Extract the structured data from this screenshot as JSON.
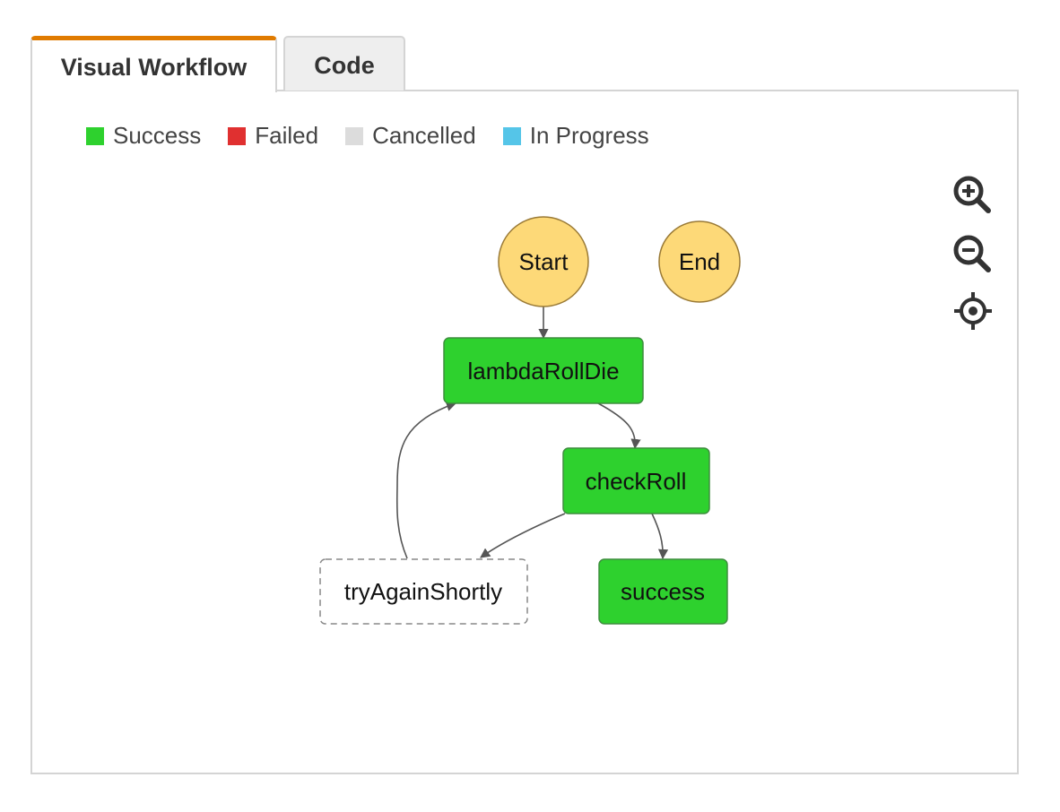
{
  "tabs": [
    {
      "label": "Visual Workflow",
      "active": true
    },
    {
      "label": "Code",
      "active": false
    }
  ],
  "legend": [
    {
      "label": "Success",
      "color": "#2ed12e"
    },
    {
      "label": "Failed",
      "color": "#e03030"
    },
    {
      "label": "Cancelled",
      "color": "#dcdcdc"
    },
    {
      "label": "In Progress",
      "color": "#55c5e8"
    }
  ],
  "zoom_controls": [
    {
      "name": "zoom-in-icon"
    },
    {
      "name": "zoom-out-icon"
    },
    {
      "name": "center-icon"
    }
  ],
  "workflow": {
    "nodes": [
      {
        "id": "start",
        "label": "Start",
        "shape": "circle",
        "status": "terminal"
      },
      {
        "id": "end",
        "label": "End",
        "shape": "circle",
        "status": "terminal"
      },
      {
        "id": "lambdaRollDie",
        "label": "lambdaRollDie",
        "shape": "rect",
        "status": "success"
      },
      {
        "id": "checkRoll",
        "label": "checkRoll",
        "shape": "rect",
        "status": "success"
      },
      {
        "id": "tryAgainShortly",
        "label": "tryAgainShortly",
        "shape": "rect",
        "status": "not-run"
      },
      {
        "id": "success",
        "label": "success",
        "shape": "rect",
        "status": "success"
      }
    ],
    "edges": [
      {
        "from": "start",
        "to": "lambdaRollDie"
      },
      {
        "from": "lambdaRollDie",
        "to": "checkRoll"
      },
      {
        "from": "checkRoll",
        "to": "tryAgainShortly"
      },
      {
        "from": "checkRoll",
        "to": "success"
      },
      {
        "from": "tryAgainShortly",
        "to": "lambdaRollDie"
      }
    ],
    "colors": {
      "terminal_fill": "#fdd978",
      "terminal_stroke": "#9a7a36",
      "success_fill": "#2ed12e",
      "success_stroke": "#3e8e3e",
      "not_run_fill": "#ffffff",
      "not_run_stroke": "#888888",
      "edge": "#555555"
    }
  }
}
